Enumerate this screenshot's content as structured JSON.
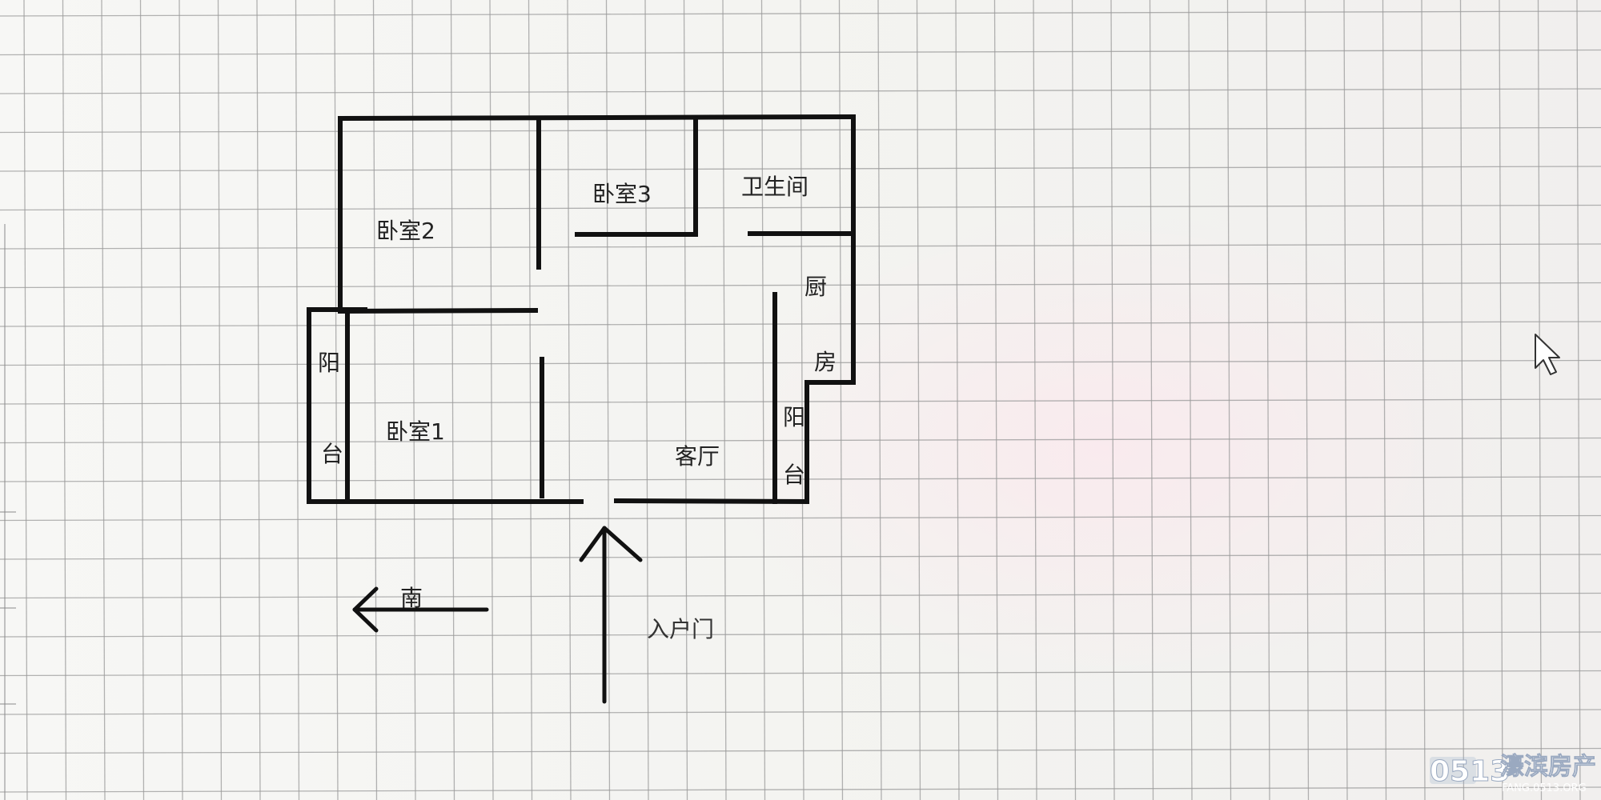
{
  "floor_plan": {
    "rooms": {
      "bedroom2": "卧室2",
      "bedroom3": "卧室3",
      "bathroom": "卫生间",
      "kitchen_char1": "厨",
      "kitchen_char2": "房",
      "balcony_left_char1": "阳",
      "balcony_left_char2": "台",
      "bedroom1": "卧室1",
      "living_room": "客厅",
      "balcony_right_char1": "阳",
      "balcony_right_char2": "台"
    },
    "south_label": "南",
    "entrance_label": "入户门"
  },
  "watermark": {
    "number": "0513",
    "brand": "濠滨房产",
    "url": "FANG.0513.ORG"
  },
  "colors": {
    "wall": "#111111",
    "grid": "#9a9a9a"
  }
}
